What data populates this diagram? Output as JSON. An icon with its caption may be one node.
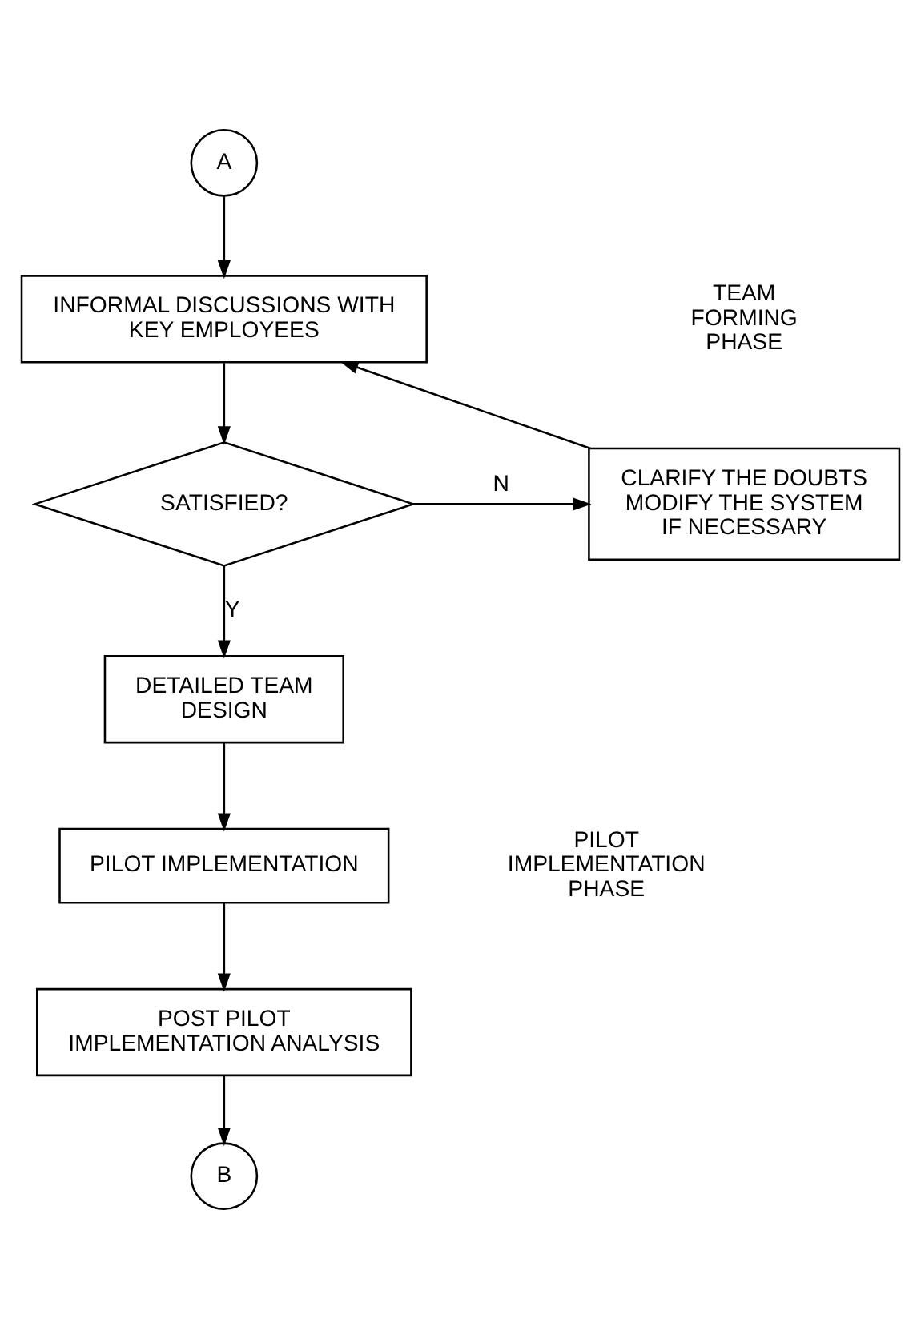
{
  "diagram": {
    "nodes": [
      {
        "text": [
          "A"
        ]
      },
      {
        "text": [
          "INFORMAL DISCUSSIONS WITH KEY EMPLOYEES"
        ]
      },
      {
        "text": [
          "SATISFIED?"
        ]
      },
      {
        "text": [
          "CLARIFY THE DOUBTS MODIFY THE SYSTEM IF NECESSARY"
        ]
      },
      {
        "text": [
          "DETAILED TEAM DESIGN"
        ]
      },
      {
        "text": [
          "PILOT IMPLEMENTATION"
        ]
      },
      {
        "text": [
          "POST PILOT IMPLEMENTATION ANALYSIS"
        ]
      },
      {
        "text": [
          "B"
        ]
      }
    ],
    "edges": [
      {
        "from": 0,
        "to": 1,
        "arrow": "to"
      },
      {
        "from": 1,
        "to": 2,
        "arrow": "to"
      },
      {
        "from": 2,
        "to": 3,
        "arrow": "to",
        "label": "N"
      },
      {
        "from": 3,
        "to": 1,
        "arrow": "to"
      },
      {
        "from": 2,
        "to": 4,
        "arrow": "to",
        "label": "Y"
      },
      {
        "from": 4,
        "to": 5,
        "arrow": "to"
      },
      {
        "from": 5,
        "to": 6,
        "arrow": "to"
      },
      {
        "from": 6,
        "to": 7,
        "arrow": "to"
      }
    ],
    "labels": [
      "TEAM FORMING PHASE",
      "PILOT IMPLEMENTATION PHASE"
    ]
  }
}
